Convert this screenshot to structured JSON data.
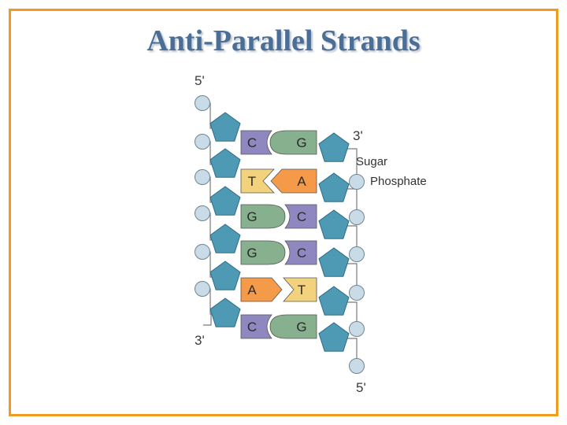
{
  "title": "Anti-Parallel Strands",
  "labels": {
    "left_top": "5'",
    "left_bottom": "3'",
    "right_top": "3'",
    "right_bottom": "5'",
    "sugar": "Sugar",
    "phosphate": "Phosphate"
  },
  "base_pairs": [
    {
      "left": "C",
      "right": "G"
    },
    {
      "left": "T",
      "right": "A"
    },
    {
      "left": "G",
      "right": "C"
    },
    {
      "left": "G",
      "right": "C"
    },
    {
      "left": "A",
      "right": "T"
    },
    {
      "left": "C",
      "right": "G"
    }
  ],
  "colors": {
    "border": "#f29a1e",
    "title": "#4a6e96",
    "sugar": "#4e9ab5",
    "phosphate": "#c8dbe6",
    "cytosine": "#8f88c0",
    "guanine": "#86b08e",
    "thymine": "#f2d27d",
    "adenine": "#f59a49"
  }
}
